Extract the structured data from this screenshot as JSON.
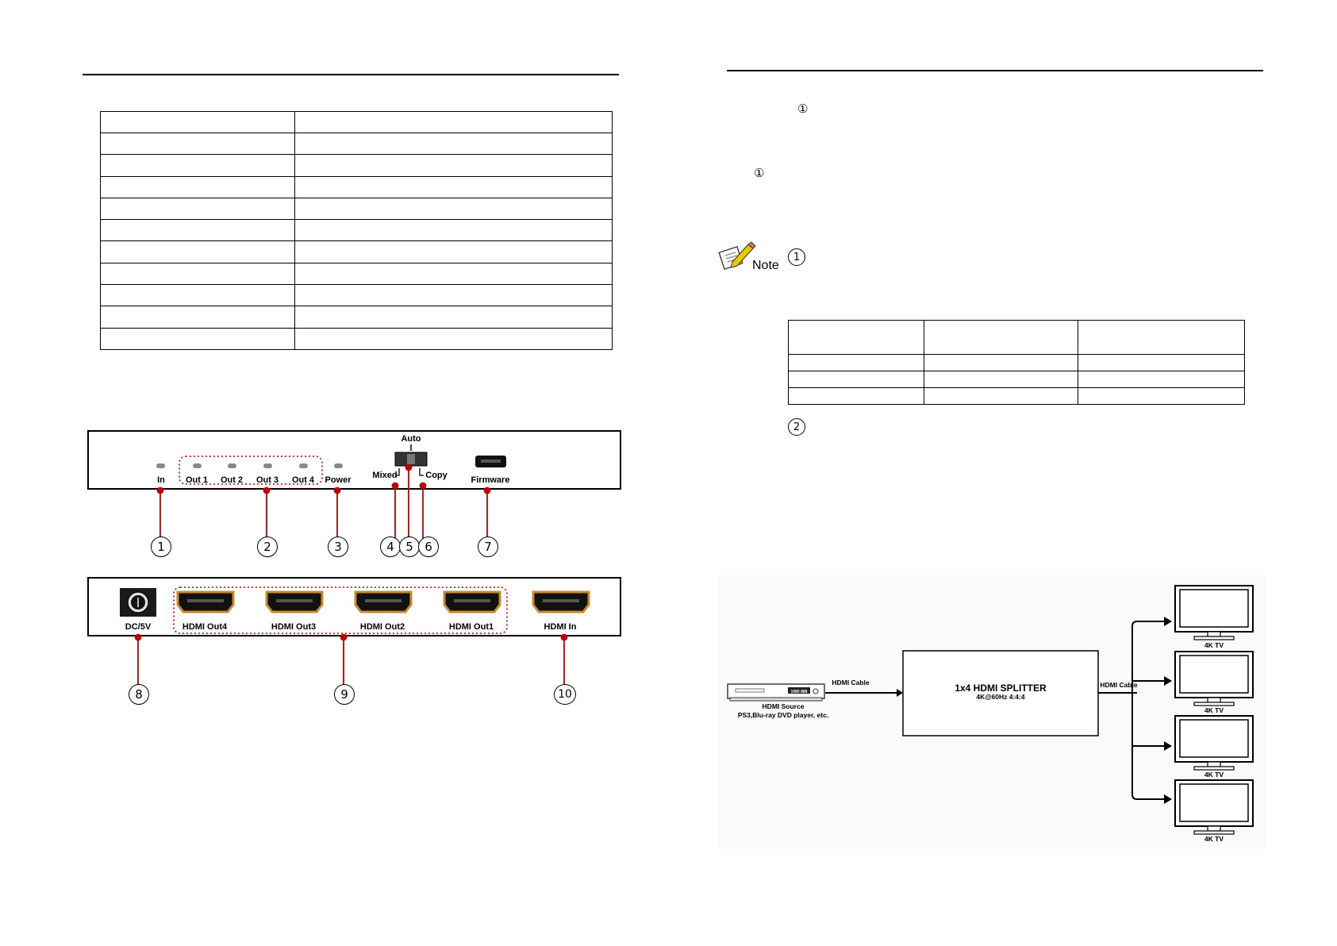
{
  "left_page": {
    "callouts": {
      "front": [
        "1",
        "2",
        "3",
        "4",
        "5",
        "6",
        "7"
      ],
      "rear": [
        "8",
        "9",
        "10"
      ]
    },
    "front_panel": {
      "led_labels": [
        "In",
        "Out 1",
        "Out 2",
        "Out 3",
        "Out 4",
        "Power"
      ],
      "switch_label_top": "Auto",
      "switch_label_left": "Mixed",
      "switch_label_right": "Copy",
      "firmware_label": "Firmware"
    },
    "rear_panel": {
      "power_label": "DC/5V",
      "hdmi_outputs": [
        "HDMI Out4",
        "HDMI Out3",
        "HDMI Out2",
        "HDMI Out1"
      ],
      "hdmi_input": "HDMI In"
    }
  },
  "right_page": {
    "markers": {
      "m1": "①",
      "m2": "①",
      "note_m1": "①",
      "note_m2": "②"
    },
    "note_label": "Note",
    "diagram": {
      "source_label": "HDMI Source",
      "source_sublabel": "PS3,Blu-ray DVD player, etc.",
      "source_display": "1080  888",
      "cable_in_label": "HDMI Cable",
      "cable_out_label": "HDMI Cable",
      "splitter_title": "1x4 HDMI SPLITTER",
      "splitter_subtitle": "4K@60Hz 4:4:4",
      "tv_labels": [
        "4K TV",
        "4K TV",
        "4K TV",
        "4K TV"
      ]
    }
  }
}
